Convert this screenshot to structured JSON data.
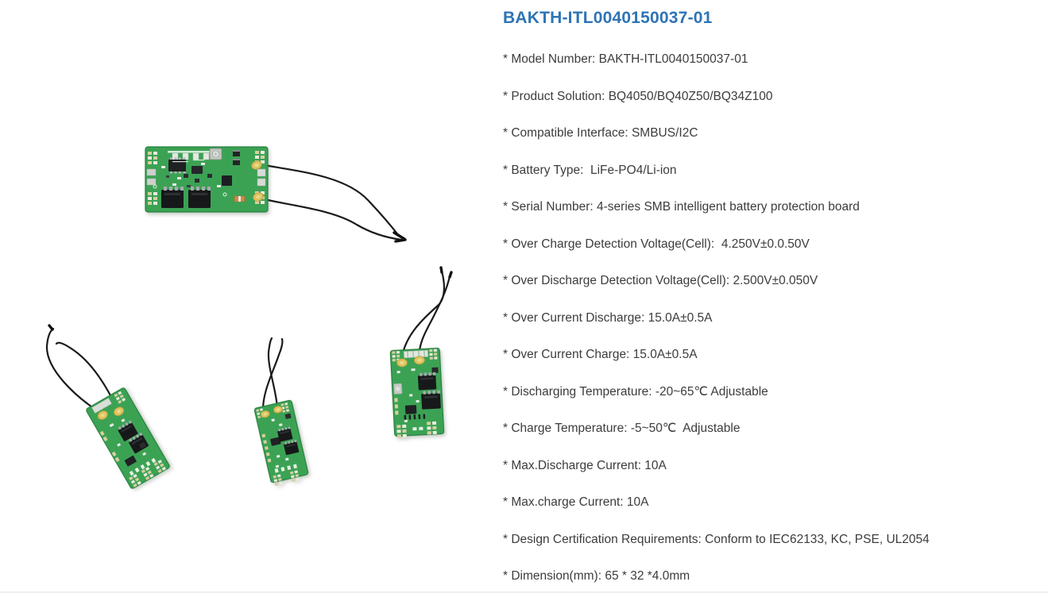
{
  "page": {
    "background": "#ffffff",
    "title": "BAKTH-ITL0040150037-01",
    "title_color": "#2e74b5",
    "text_color": "#3c3c3c"
  },
  "specs": [
    "* Model Number: BAKTH-ITL0040150037-01",
    "* Product Solution: BQ4050/BQ40Z50/BQ34Z100",
    "* Compatible Interface: SMBUS/I2C",
    "* Battery Type:  LiFe-PO4/Li-ion",
    "* Serial Number: 4-series SMB intelligent battery protection board",
    "* Over Charge Detection Voltage(Cell):  4.250V±0.0.50V",
    "* Over Discharge Detection Voltage(Cell): 2.500V±0.050V",
    "* Over Current Discharge: 15.0A±0.5A",
    "* Over Current Charge: 15.0A±0.5A",
    "* Discharging Temperature: -20~65℃ Adjustable",
    "* Charge Temperature: -5~50℃  Adjustable",
    "* Max.Discharge Current: 10A",
    "* Max.charge Current: 10A",
    "* Design Certification Requirements: Conform to IEC62133, KC, PSE, UL2054",
    "* Dimension(mm): 65 * 32 *4.0mm"
  ],
  "photos": {
    "count": 4,
    "subject": "battery protection board photos with attached wires",
    "pcb_green": "#3ba254",
    "pad_yellow": "#ddc35f",
    "component_black": "#17181a",
    "wire_black": "#1a1a1a"
  }
}
